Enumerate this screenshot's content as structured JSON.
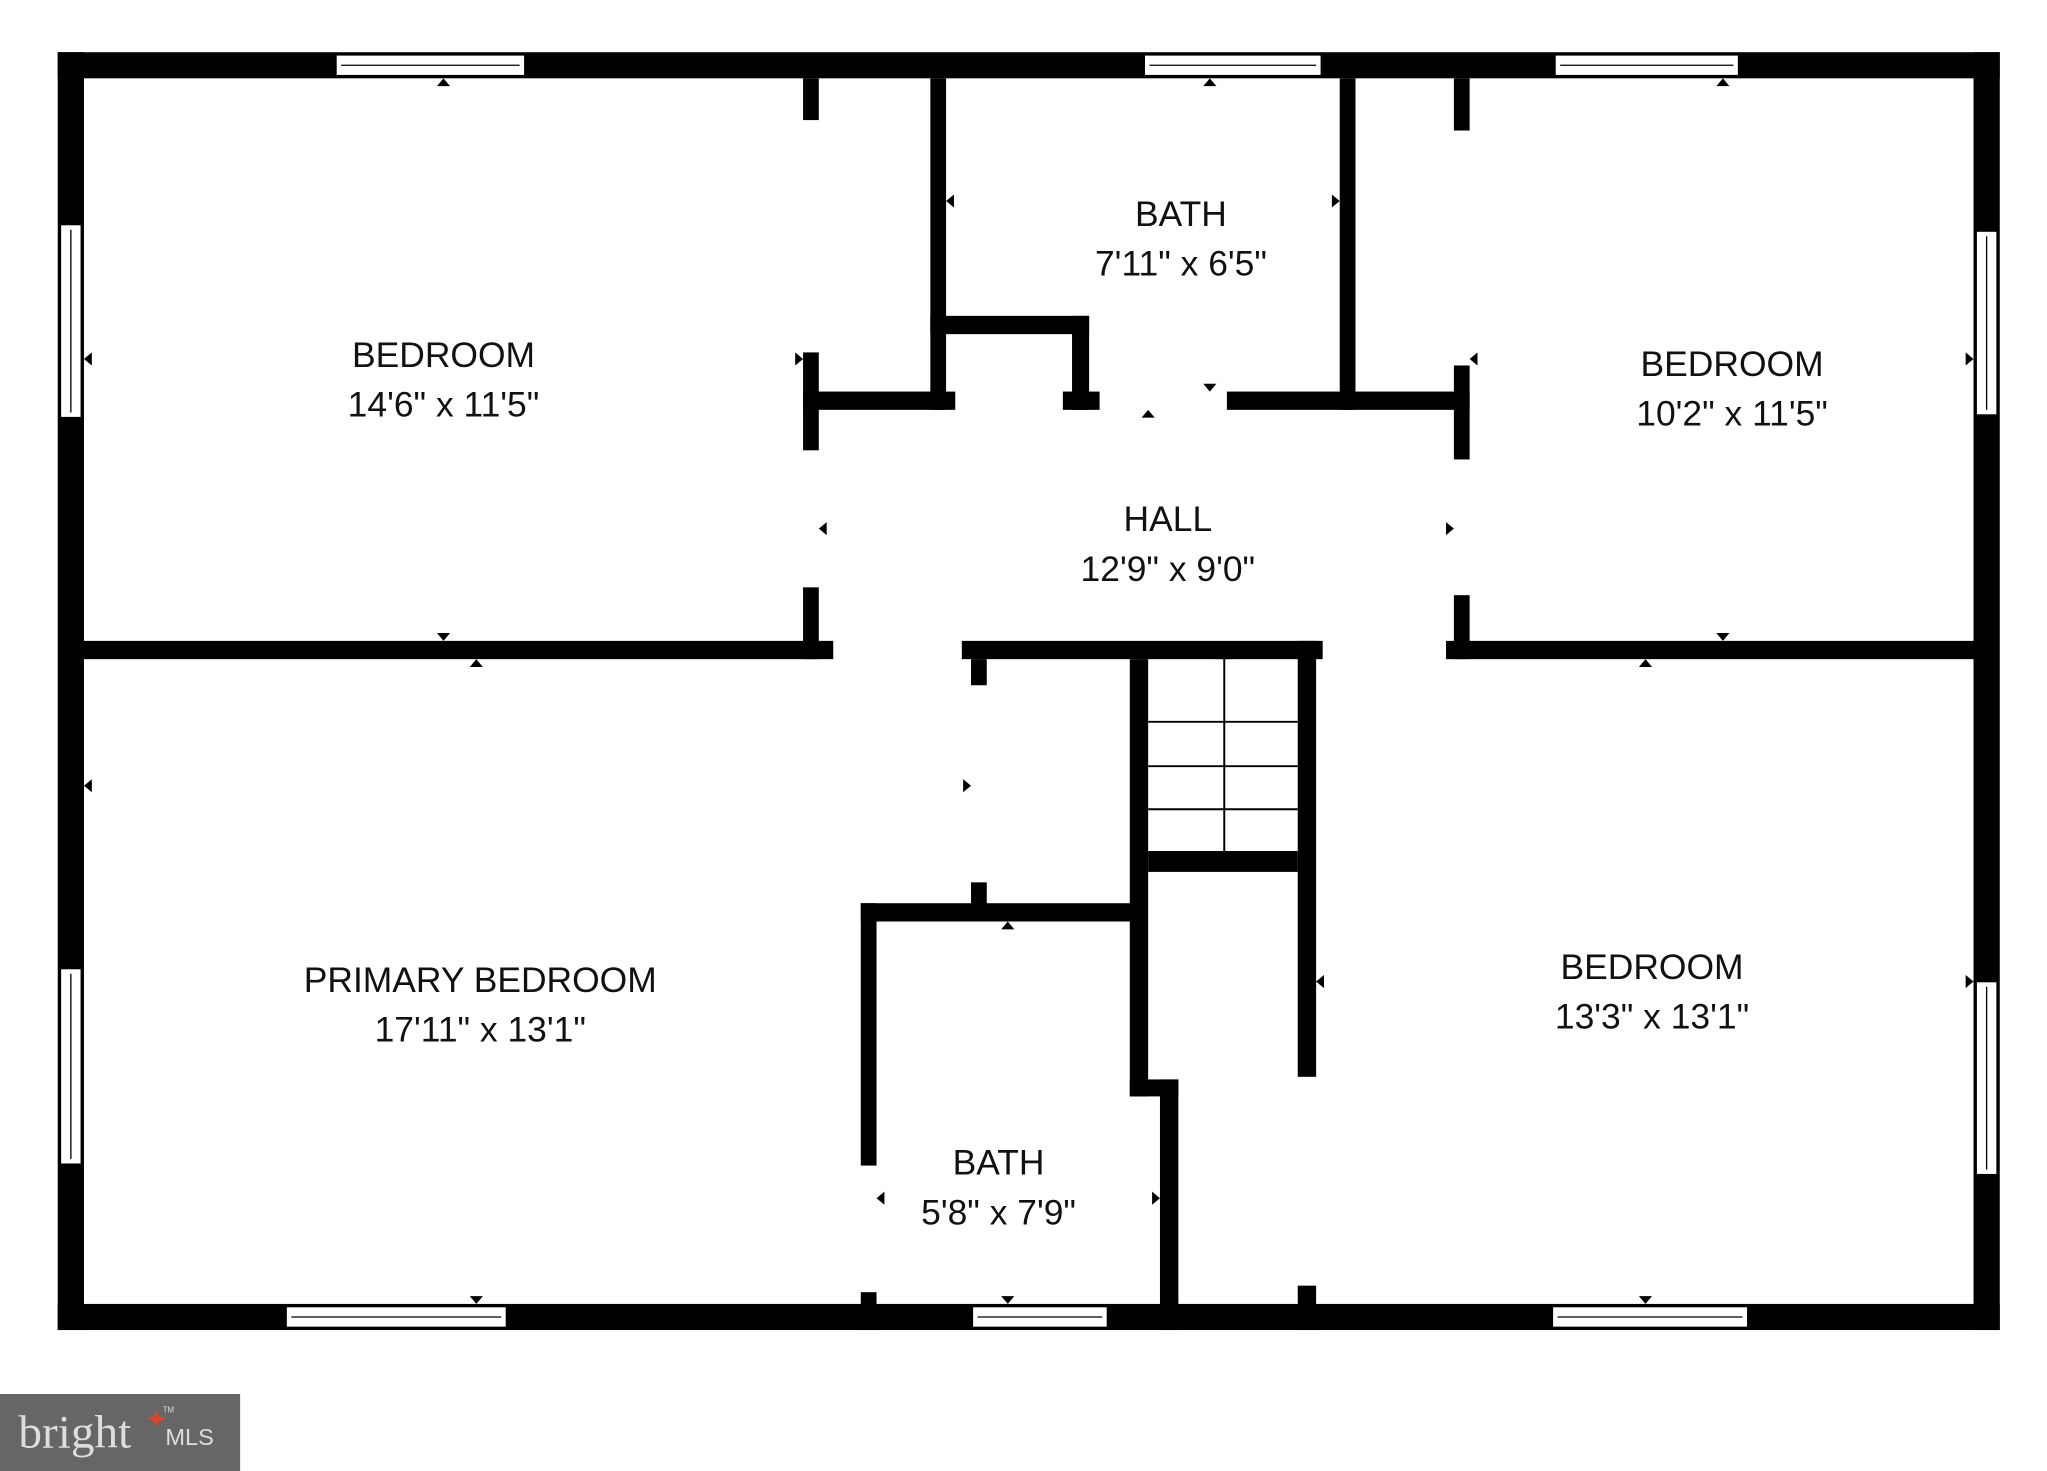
{
  "floorplan": {
    "rooms": [
      {
        "name": "BEDROOM",
        "size": "14'6\" x 11'5\""
      },
      {
        "name": "BATH",
        "size": "7'11\" x 6'5\""
      },
      {
        "name": "BEDROOM",
        "size": "10'2\" x 11'5\""
      },
      {
        "name": "HALL",
        "size": "12'9\" x 9'0\""
      },
      {
        "name": "PRIMARY BEDROOM",
        "size": "17'11\" x 13'1\""
      },
      {
        "name": "BATH",
        "size": "5'8\" x 7'9\""
      },
      {
        "name": "BEDROOM",
        "size": "13'3\" x 13'1\""
      }
    ]
  },
  "logo": {
    "brand": "bright",
    "suffix": "MLS",
    "tm": "TM",
    "bg_color": "#666666",
    "accent_color": "#e0452a"
  }
}
